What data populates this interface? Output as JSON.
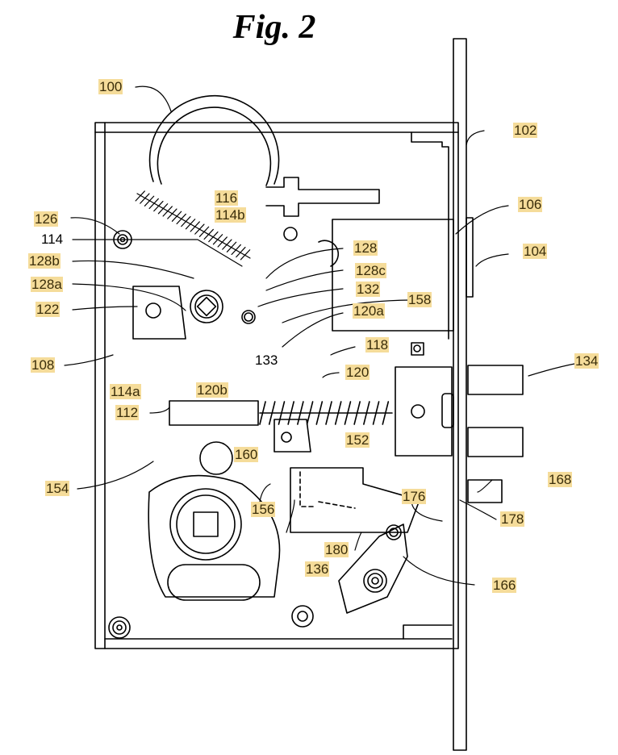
{
  "figure": {
    "title": "Fig. 2",
    "highlight_color": "#f5dc9a",
    "line_color": "#000000"
  },
  "labels": [
    {
      "id": "100",
      "text": "100",
      "highlighted": true
    },
    {
      "id": "102",
      "text": "102",
      "highlighted": true
    },
    {
      "id": "104",
      "text": "104",
      "highlighted": true
    },
    {
      "id": "106",
      "text": "106",
      "highlighted": true
    },
    {
      "id": "108",
      "text": "108",
      "highlighted": true
    },
    {
      "id": "112",
      "text": "112",
      "highlighted": true
    },
    {
      "id": "114",
      "text": "114",
      "highlighted": false
    },
    {
      "id": "114a",
      "text": "114a",
      "highlighted": true
    },
    {
      "id": "114b",
      "text": "114b",
      "highlighted": true
    },
    {
      "id": "116",
      "text": "116",
      "highlighted": true
    },
    {
      "id": "118",
      "text": "118",
      "highlighted": true
    },
    {
      "id": "120",
      "text": "120",
      "highlighted": true
    },
    {
      "id": "120a",
      "text": "120a",
      "highlighted": true
    },
    {
      "id": "120b",
      "text": "120b",
      "highlighted": true
    },
    {
      "id": "122",
      "text": "122",
      "highlighted": true
    },
    {
      "id": "126",
      "text": "126",
      "highlighted": true
    },
    {
      "id": "128",
      "text": "128",
      "highlighted": true
    },
    {
      "id": "128a",
      "text": "128a",
      "highlighted": true
    },
    {
      "id": "128b",
      "text": "128b",
      "highlighted": true
    },
    {
      "id": "128c",
      "text": "128c",
      "highlighted": true
    },
    {
      "id": "132",
      "text": "132",
      "highlighted": true
    },
    {
      "id": "133",
      "text": "133",
      "highlighted": false
    },
    {
      "id": "134",
      "text": "134",
      "highlighted": true
    },
    {
      "id": "136",
      "text": "136",
      "highlighted": true
    },
    {
      "id": "152",
      "text": "152",
      "highlighted": true
    },
    {
      "id": "154",
      "text": "154",
      "highlighted": true
    },
    {
      "id": "156",
      "text": "156",
      "highlighted": true
    },
    {
      "id": "158",
      "text": "158",
      "highlighted": true
    },
    {
      "id": "160",
      "text": "160",
      "highlighted": true
    },
    {
      "id": "166",
      "text": "166",
      "highlighted": true
    },
    {
      "id": "168",
      "text": "168",
      "highlighted": true
    },
    {
      "id": "176",
      "text": "176",
      "highlighted": true
    },
    {
      "id": "178",
      "text": "178",
      "highlighted": true
    },
    {
      "id": "180",
      "text": "180",
      "highlighted": true
    }
  ]
}
